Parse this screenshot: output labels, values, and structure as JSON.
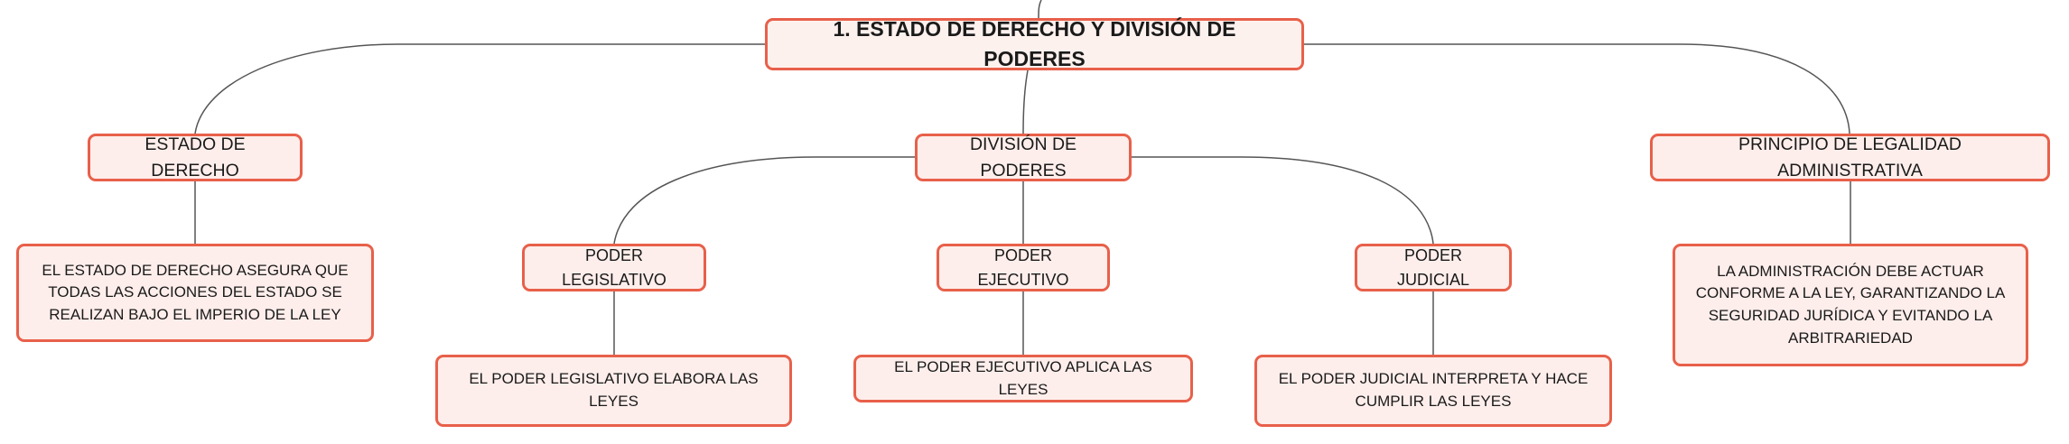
{
  "root": {
    "label": "1. ESTADO DE DERECHO Y DIVISIÓN DE PODERES"
  },
  "estado": {
    "label": "ESTADO DE DERECHO",
    "detail": "EL ESTADO DE DERECHO ASEGURA QUE TODAS LAS ACCIONES DEL ESTADO SE REALIZAN BAJO EL IMPERIO DE LA LEY"
  },
  "division": {
    "label": "DIVISIÓN DE PODERES",
    "legislativo": {
      "label": "PODER LEGISLATIVO",
      "detail": "EL PODER LEGISLATIVO ELABORA LAS LEYES"
    },
    "ejecutivo": {
      "label": "PODER EJECUTIVO",
      "detail": "EL PODER EJECUTIVO APLICA LAS LEYES"
    },
    "judicial": {
      "label": "PODER JUDICIAL",
      "detail": "EL PODER JUDICIAL INTERPRETA Y HACE CUMPLIR LAS LEYES"
    }
  },
  "legalidad": {
    "label": "PRINCIPIO DE LEGALIDAD ADMINISTRATIVA",
    "detail": "LA ADMINISTRACIÓN DEBE ACTUAR CONFORME A LA LEY, GARANTIZANDO LA SEGURIDAD JURÍDICA Y EVITANDO LA ARBITRARIEDAD"
  },
  "colors": {
    "node_border": "#e8604a",
    "node_fill": "#fdeeeb",
    "connector": "#555555"
  }
}
